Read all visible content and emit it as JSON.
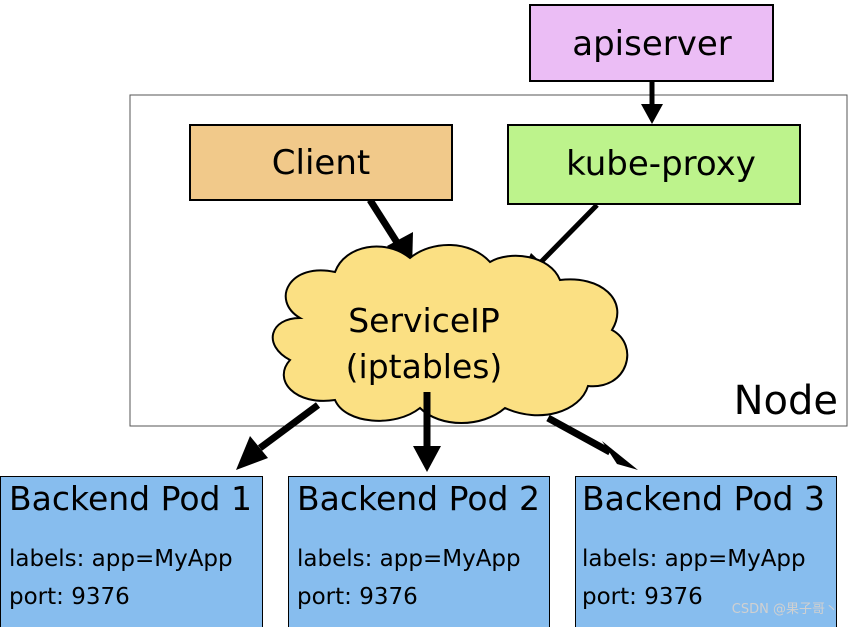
{
  "diagram": {
    "apiserver": {
      "label": "apiserver",
      "color": "#ebbdf5"
    },
    "node": {
      "label": "Node"
    },
    "client": {
      "label": "Client",
      "color": "#f1c98a"
    },
    "kube_proxy": {
      "label": "kube-proxy",
      "color": "#bdf38c"
    },
    "service": {
      "line1": "ServiceIP",
      "line2": "(iptables)",
      "color": "#fbe083"
    },
    "pods": [
      {
        "title": "Backend Pod 1",
        "labels": "labels: app=MyApp",
        "port": "port: 9376"
      },
      {
        "title": "Backend Pod 2",
        "labels": "labels: app=MyApp",
        "port": "port: 9376"
      },
      {
        "title": "Backend Pod 3",
        "labels": "labels: app=MyApp",
        "port": "port: 9376"
      }
    ],
    "pod_color": "#87bdee",
    "watermark": "CSDN @果子哥丶"
  }
}
